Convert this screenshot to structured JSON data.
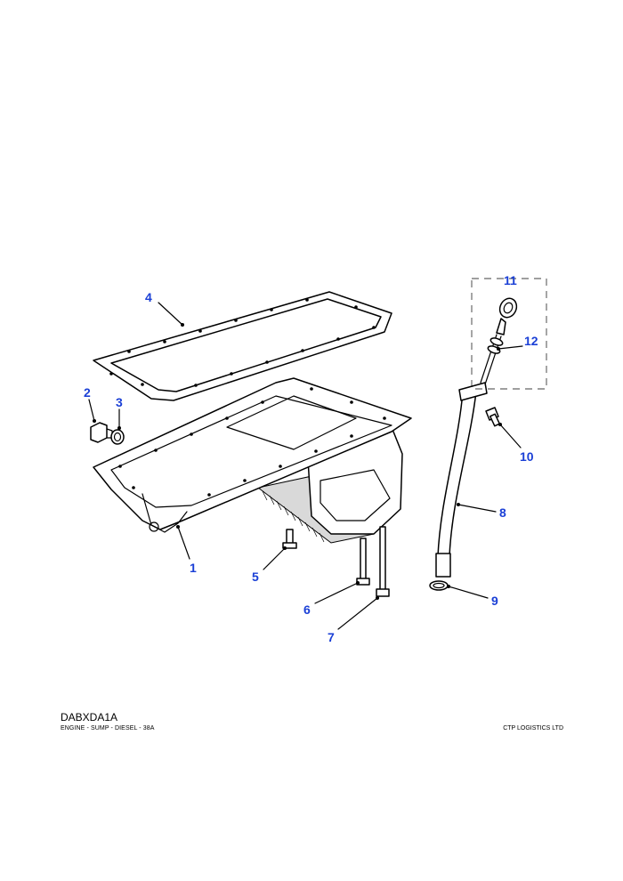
{
  "diagram": {
    "callouts": [
      "1",
      "2",
      "3",
      "4",
      "5",
      "6",
      "7",
      "8",
      "9",
      "10",
      "11",
      "12"
    ]
  },
  "footer": {
    "code": "DABXDA1A",
    "description": "ENGINE - SUMP - DIESEL - 38A",
    "company": "CTP LOGISTICS LTD"
  },
  "colors": {
    "callout": "#1a3fd6",
    "linework": "#000000",
    "background": "#ffffff"
  }
}
